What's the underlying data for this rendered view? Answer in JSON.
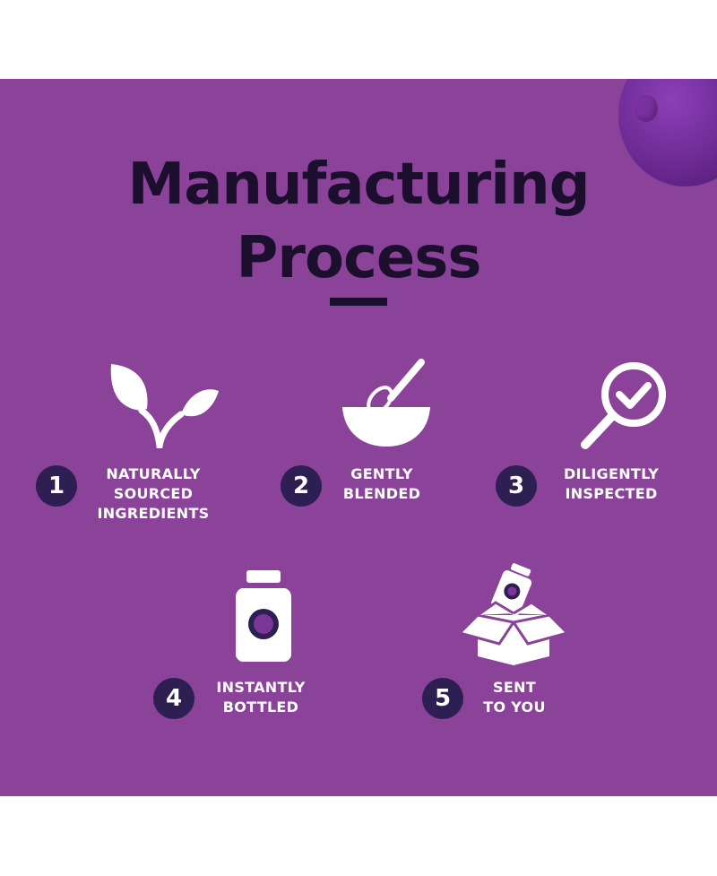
{
  "title": {
    "line1": "Manufacturing",
    "line2": "Process"
  },
  "steps": [
    {
      "number": "1",
      "label_lines": [
        "NATURALLY",
        "SOURCED",
        "INGREDIENTS"
      ],
      "icon": "leaf-icon"
    },
    {
      "number": "2",
      "label_lines": [
        "GENTLY",
        "BLENDED"
      ],
      "icon": "mixing-bowl-whisk-icon"
    },
    {
      "number": "3",
      "label_lines": [
        "DILIGENTLY",
        "INSPECTED"
      ],
      "icon": "magnifier-check-icon"
    },
    {
      "number": "4",
      "label_lines": [
        "INSTANTLY",
        "BOTTLED"
      ],
      "icon": "bottle-icon"
    },
    {
      "number": "5",
      "label_lines": [
        "SENT",
        "TO YOU"
      ],
      "icon": "box-shipping-icon"
    }
  ],
  "colors": {
    "panel": "#8a4399",
    "title": "#1c0f2e",
    "badge": "#2d1f52",
    "text": "#ffffff"
  }
}
